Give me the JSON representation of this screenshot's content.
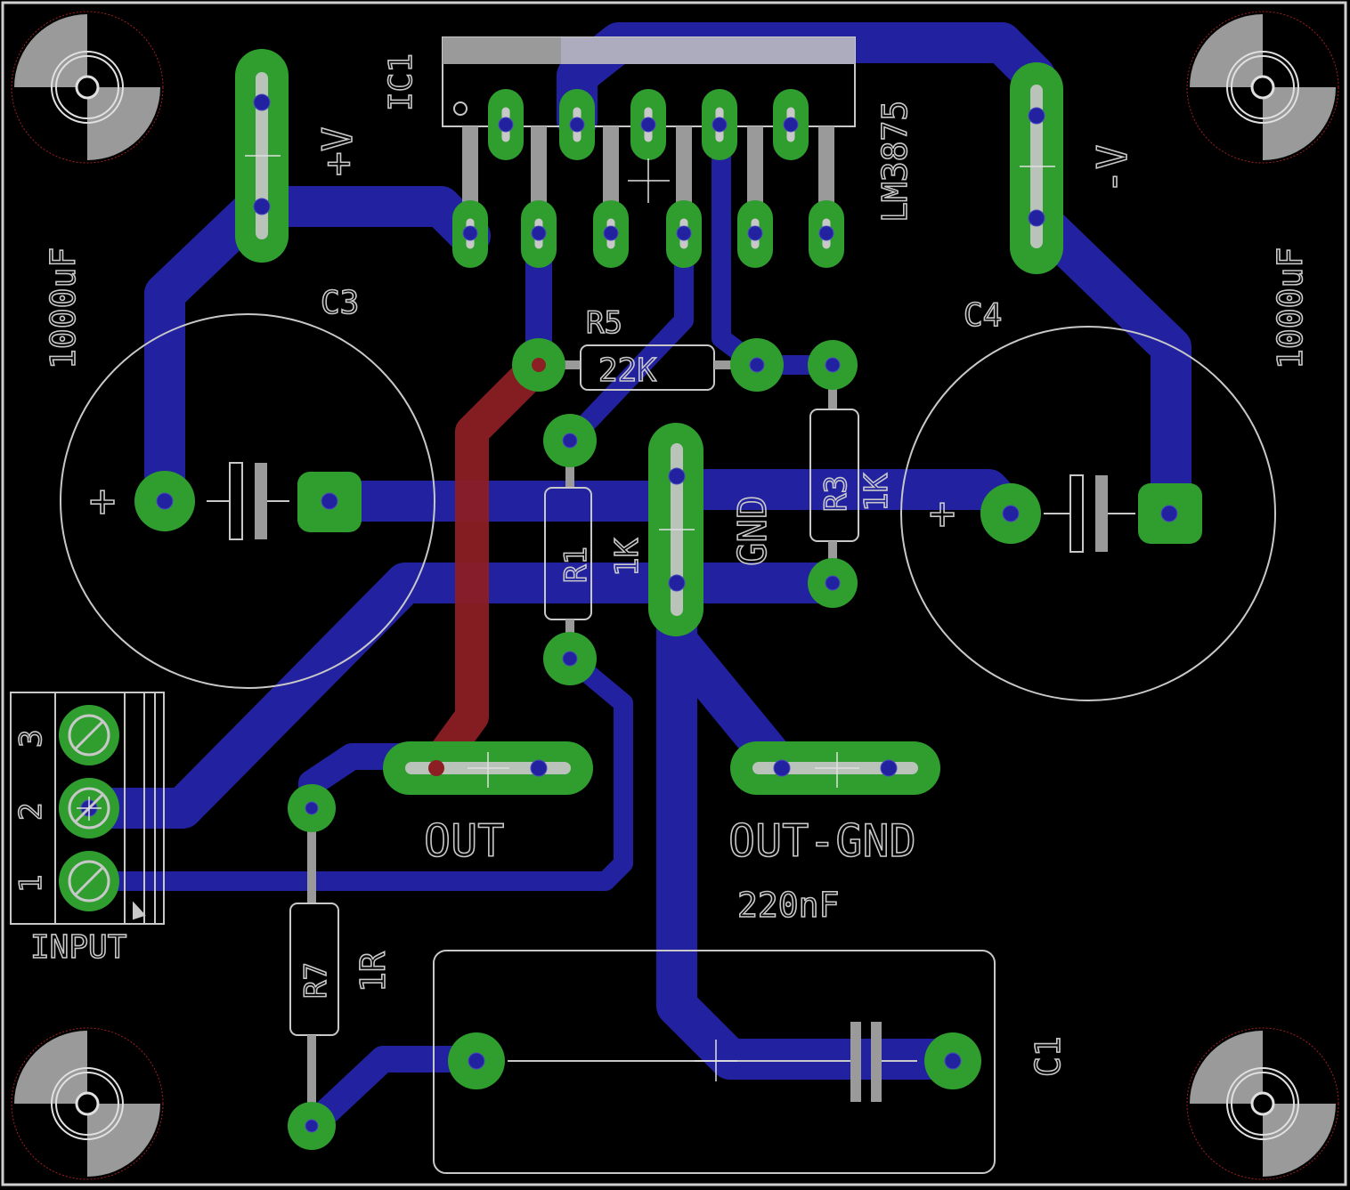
{
  "colors": {
    "background": "#000000",
    "bottom_trace": "#2222a0",
    "top_trace": "#8b1f24",
    "pad": "#2f9e2f",
    "silkscreen": "#c8c8c8",
    "outline": "#d0d0d0"
  },
  "labels": {
    "ic1": "IC1",
    "lm3875": "LM3875",
    "plus_v": "+V",
    "minus_v": "-V",
    "c3": "C3",
    "c4": "C4",
    "c3_value": "1000uF",
    "c4_value": "1000uF",
    "r5": "R5",
    "r5_value": "22K",
    "r1": "R1",
    "r1_value": "1K",
    "r3": "R3",
    "r3_value": "1K",
    "gnd": "GND",
    "out": "OUT",
    "out_gnd": "OUT-GND",
    "c1_value": "220nF",
    "c1": "C1",
    "r7": "R7",
    "r7_value": "1R",
    "input": "INPUT",
    "pin3": "3",
    "pin2": "2",
    "pin1": "1",
    "plus_c3": "+",
    "plus_c4": "+"
  },
  "icons": [
    "mounting-hole-icon",
    "terminal-block-icon",
    "capacitor-symbol-icon",
    "resistor-symbol-icon"
  ]
}
